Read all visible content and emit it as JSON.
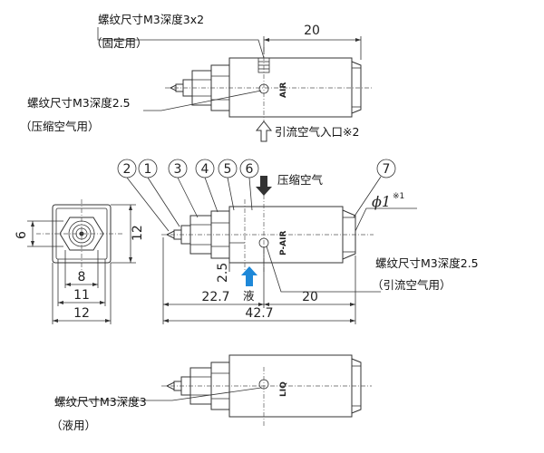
{
  "notes": {
    "top_thread": "螺纹尺寸M3深度3x2",
    "top_thread_use": "（固定用）",
    "compress_thread": "螺纹尺寸M3深度2.5",
    "compress_use": "（压缩空气用）",
    "bleed_inlet": "引流空气入口※2",
    "compressed_air": "压缩空气",
    "phi_label": "ϕ1",
    "phi_note": "※1",
    "bleed_thread": "螺纹尺寸M3深度2.5",
    "bleed_use": "（引流空气用）",
    "liquid": "液",
    "bottom_thread": "螺纹尺寸M3深度3",
    "bottom_use": "（液用）"
  },
  "body_labels": {
    "top": "AIR",
    "middle": "P-AIR",
    "bottom": "LIQ"
  },
  "dimensions": {
    "top_width": "20",
    "side_height": "6",
    "side_body": "12",
    "side_inner": "8",
    "side_mid": "11",
    "side_outer": "12",
    "offset": "2.5",
    "left_len": "22.7",
    "right_len": "20",
    "total_len": "42.7"
  },
  "parts": [
    "2",
    "1",
    "3",
    "4",
    "5",
    "6",
    "7"
  ],
  "colors": {
    "arrow_blue": "#1e88d8",
    "arrow_dark": "#333333",
    "line": "#333333"
  }
}
